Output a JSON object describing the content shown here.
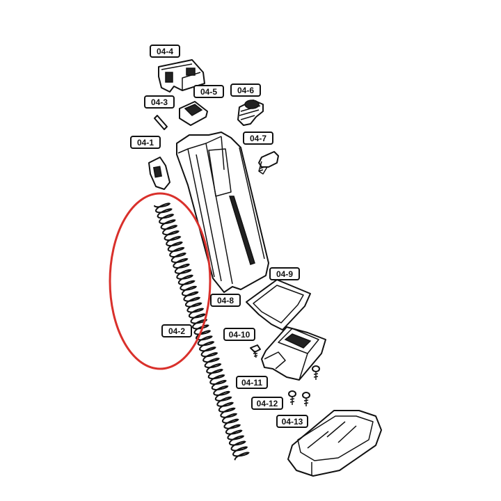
{
  "diagram": {
    "labels": [
      {
        "id": "04-4",
        "text": "04-4"
      },
      {
        "id": "04-3",
        "text": "04-3"
      },
      {
        "id": "04-5",
        "text": "04-5"
      },
      {
        "id": "04-6",
        "text": "04-6"
      },
      {
        "id": "04-1",
        "text": "04-1"
      },
      {
        "id": "04-7",
        "text": "04-7"
      },
      {
        "id": "04-9",
        "text": "04-9"
      },
      {
        "id": "04-8",
        "text": "04-8"
      },
      {
        "id": "04-10",
        "text": "04-10"
      },
      {
        "id": "04-2",
        "text": "04-2"
      },
      {
        "id": "04-11",
        "text": "04-11"
      },
      {
        "id": "04-12",
        "text": "04-12"
      },
      {
        "id": "04-13",
        "text": "04-13"
      }
    ],
    "highlight": {
      "target": "04-2",
      "color": "#d9302b"
    }
  }
}
